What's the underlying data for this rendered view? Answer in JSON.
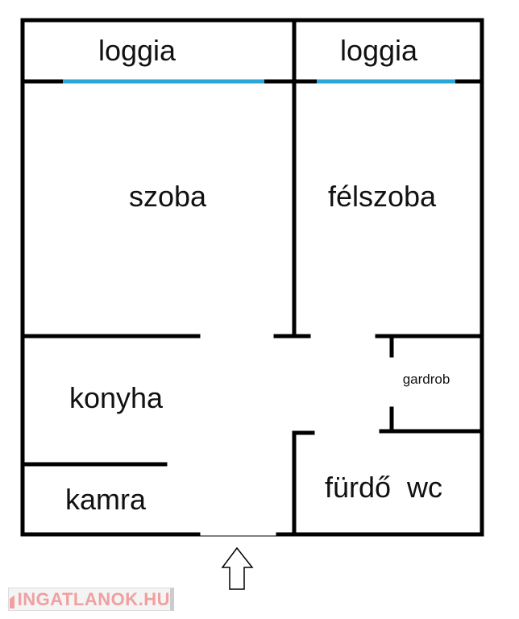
{
  "rooms": {
    "loggia_left": "loggia",
    "loggia_right": "loggia",
    "szoba": "szoba",
    "felszoba": "félszoba",
    "konyha": "konyha",
    "gardrob": "gardrob",
    "kamra": "kamra",
    "furdo_wc": "fürdő  wc"
  },
  "watermark": "INGATLANOK.HU",
  "colors": {
    "wall": "#000000",
    "window": "#2aa7d6",
    "watermark": "#f0a0a0"
  }
}
